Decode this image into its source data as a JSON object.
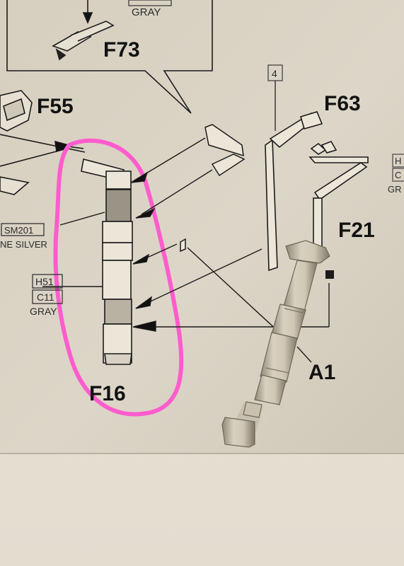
{
  "labels": {
    "f73": "F73",
    "f55": "F55",
    "f63": "F63",
    "f21": "F21",
    "f16": "F16",
    "a1": "A1",
    "step4": "4",
    "gray_top": "GRAY",
    "h51": "H51",
    "c11": "C11",
    "gray_mid": "GRAY",
    "sm201": "SM201",
    "ne_silver": "NE SILVER",
    "right_h": "H",
    "right_c": "C",
    "right_gr": "GR"
  },
  "colors": {
    "paper": "#d9d2c3",
    "table": "#e8e2d6",
    "ink": "#161616",
    "highlight": "#ff5ccd",
    "metal": "#cfc7b4"
  }
}
